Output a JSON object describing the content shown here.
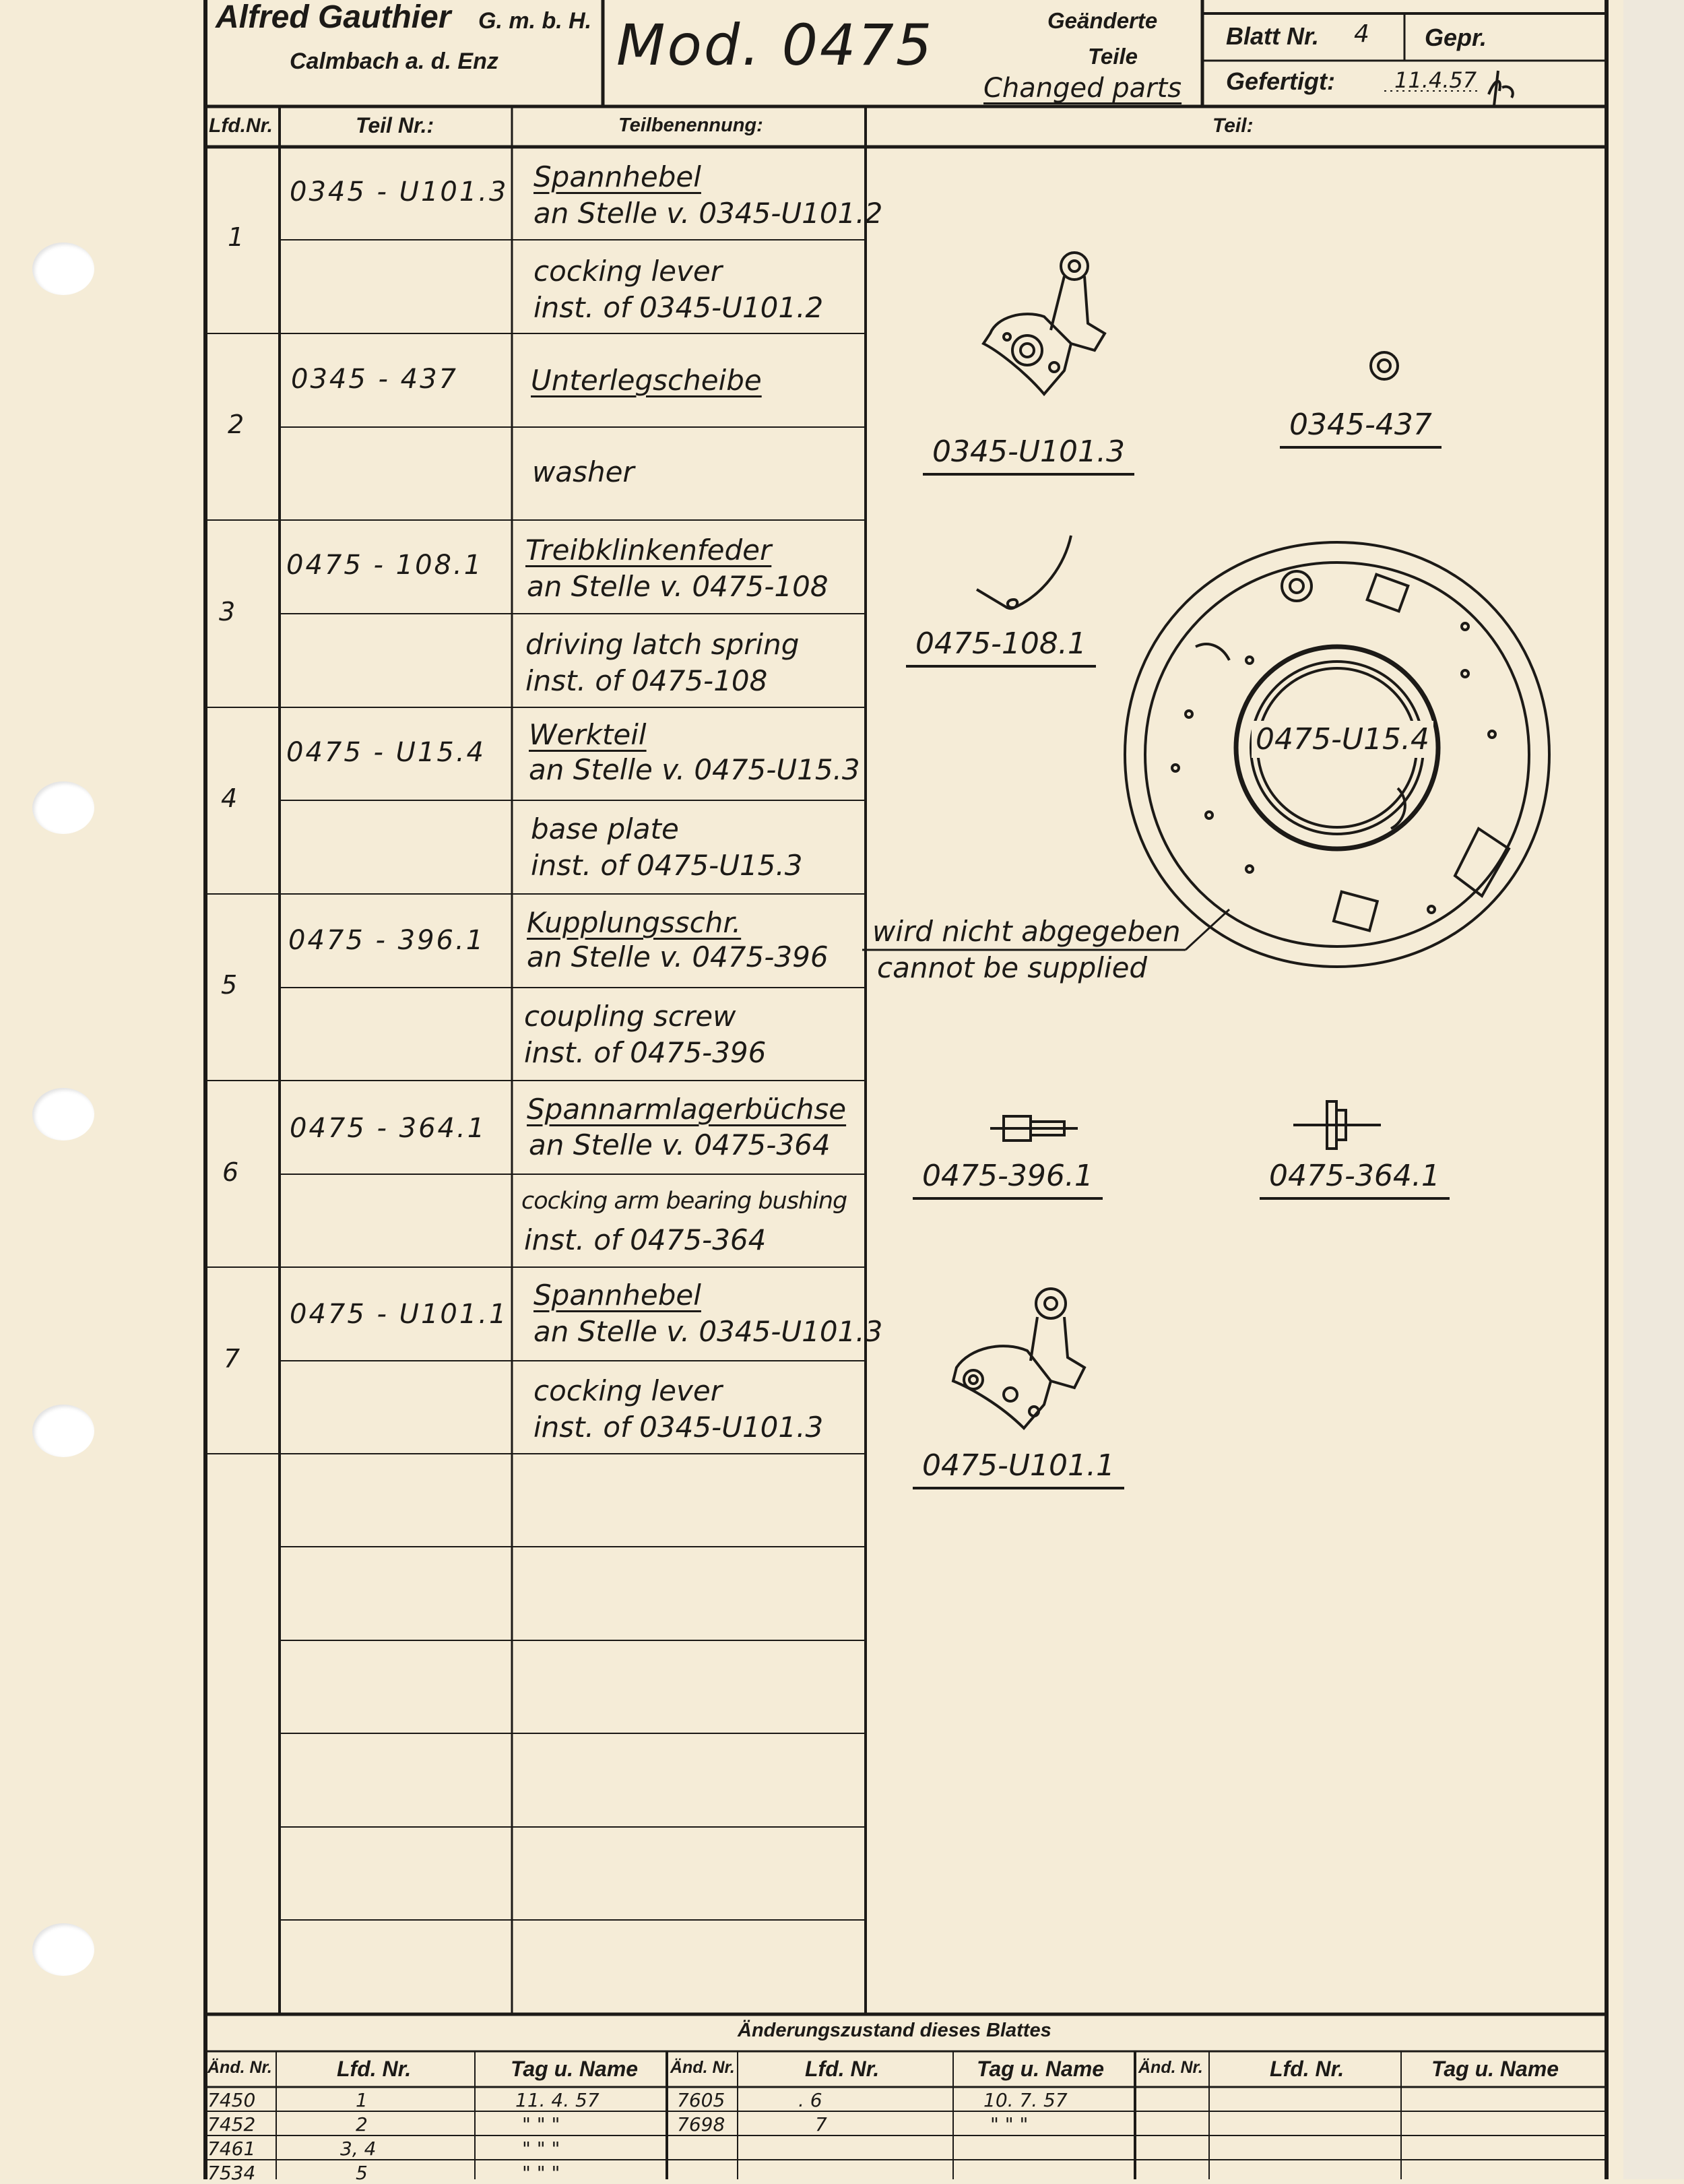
{
  "header": {
    "company_name": "Alfred Gauthier",
    "company_form": "G. m. b. H.",
    "company_city": "Calmbach a. d. Enz",
    "model": "Mod. 0475",
    "changed_de_1": "Geänderte",
    "changed_de_2": "Teile",
    "changed_en": "Changed parts",
    "sheet_label": "Blatt Nr.",
    "sheet_value": "4",
    "checked_label": "Gepr.",
    "made_label": "Gefertigt:",
    "made_value": "11.4.57"
  },
  "columns": {
    "lfd_nr": "Lfd.Nr.",
    "teil_nr": "Teil Nr.:",
    "teilbenennung": "Teilbenennung:",
    "teil": "Teil:"
  },
  "rows": [
    {
      "num": "1",
      "part": "0345 - U101.3",
      "de_name": "Spannhebel",
      "de_sub": "an Stelle v. 0345-U101.2",
      "en_name": "cocking lever",
      "en_sub": "inst. of 0345-U101.2"
    },
    {
      "num": "2",
      "part": "0345 - 437",
      "de_name": "Unterlegscheibe",
      "de_sub": "",
      "en_name": "washer",
      "en_sub": ""
    },
    {
      "num": "3",
      "part": "0475 - 108.1",
      "de_name": "Treibklinkenfeder",
      "de_sub": "an Stelle v. 0475-108",
      "en_name": "driving latch spring",
      "en_sub": "inst. of 0475-108"
    },
    {
      "num": "4",
      "part": "0475 - U15.4",
      "de_name": "Werkteil",
      "de_sub": "an Stelle v. 0475-U15.3",
      "en_name": "base plate",
      "en_sub": "inst. of 0475-U15.3"
    },
    {
      "num": "5",
      "part": "0475 - 396.1",
      "de_name": "Kupplungsschr.",
      "de_sub": "an Stelle v. 0475-396",
      "en_name": "coupling screw",
      "en_sub": "inst. of 0475-396"
    },
    {
      "num": "6",
      "part": "0475 - 364.1",
      "de_name": "Spannarmlagerbüchse",
      "de_sub": "an Stelle v. 0475-364",
      "en_name": "cocking arm bearing bushing",
      "en_sub": "inst. of 0475-364"
    },
    {
      "num": "7",
      "part": "0475 - U101.1",
      "de_name": "Spannhebel",
      "de_sub": "an Stelle v. 0345-U101.3",
      "en_name": "cocking lever",
      "en_sub": "inst. of 0345-U101.3"
    }
  ],
  "drawings": {
    "lever_1": "0345-U101.3",
    "washer": "0345-437",
    "spring": "0475-108.1",
    "plate": "0475-U15.4",
    "note_de": "wird nicht abgegeben",
    "note_en": "cannot be supplied",
    "screw": "0475-396.1",
    "bushing": "0475-364.1",
    "lever_2": "0475-U101.1"
  },
  "footer": {
    "title": "Änderungszustand dieses Blattes",
    "head_and": "Änd. Nr.",
    "head_lfd": "Lfd. Nr.",
    "head_tag": "Tag u. Name",
    "left_rows": [
      {
        "and": "7450",
        "lfd": "1",
        "tag": "11. 4. 57"
      },
      {
        "and": "7452",
        "lfd": "2",
        "tag": "\" \" \""
      },
      {
        "and": "7461",
        "lfd": "3, 4",
        "tag": "\" \" \""
      },
      {
        "and": "7534",
        "lfd": "5",
        "tag": "\" \" \""
      }
    ],
    "mid_rows": [
      {
        "and": "7605",
        "lfd": ". 6",
        "tag": "10. 7. 57"
      },
      {
        "and": "7698",
        "lfd": "7",
        "tag": "\" \" \""
      }
    ]
  }
}
